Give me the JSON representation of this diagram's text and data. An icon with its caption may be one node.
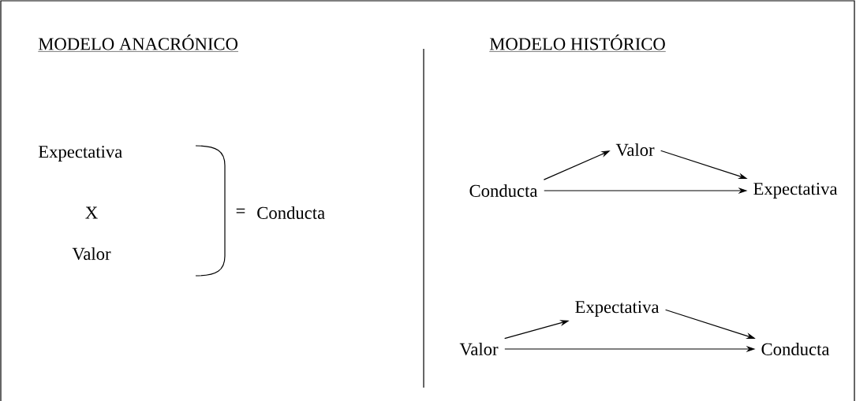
{
  "diagram": {
    "nodes": [
      {
        "text": [
          "Valor"
        ]
      },
      {
        "text": [
          "Conducta"
        ]
      },
      {
        "text": [
          "Expectativa"
        ]
      },
      {
        "text": [
          "Expectativa"
        ]
      },
      {
        "text": [
          "Valor"
        ]
      },
      {
        "text": [
          "Conducta"
        ]
      }
    ],
    "edges": [
      {
        "from": 1,
        "to": 0,
        "arrow": "to"
      },
      {
        "from": 0,
        "to": 2,
        "arrow": "to"
      },
      {
        "from": 1,
        "to": 2,
        "arrow": "to"
      },
      {
        "from": 4,
        "to": 3,
        "arrow": "to"
      },
      {
        "from": 3,
        "to": 5,
        "arrow": "to"
      },
      {
        "from": 4,
        "to": 5,
        "arrow": "to"
      }
    ],
    "labels": [
      "MODELO ANACRÓNICO",
      "MODELO HISTÓRICO",
      "Expectativa",
      "X",
      "Valor",
      "=",
      "Conducta"
    ]
  }
}
